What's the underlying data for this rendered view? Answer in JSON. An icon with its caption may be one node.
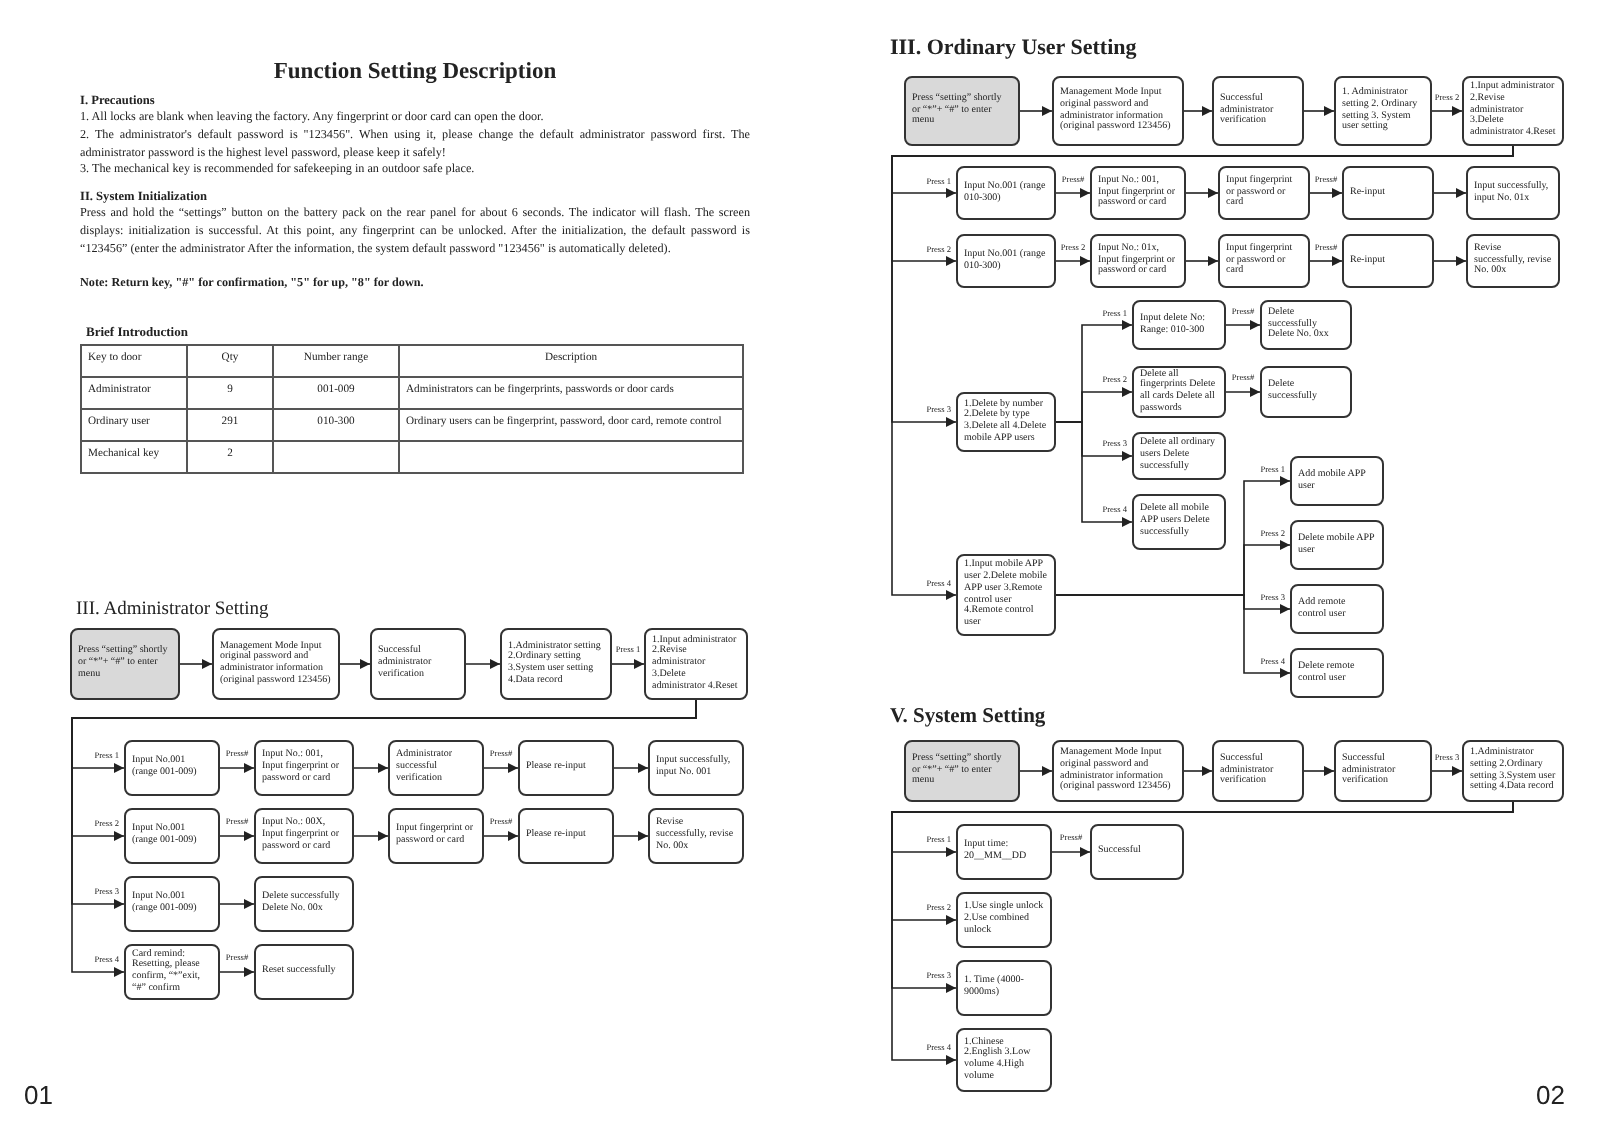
{
  "diagram": {
    "title": "Function Setting Description",
    "nodes": [
      {
        "text": [
          "Press “setting” shortly or “*”+ “#” to enter menu"
        ]
      },
      {
        "text": [
          "Management Mode Input original password and administrator information (original password 123456)"
        ]
      },
      {
        "text": [
          "Successful administrator verification"
        ]
      },
      {
        "text": [
          "1.Administrator setting 2.Ordinary setting 3.System user setting 4.Data record"
        ]
      },
      {
        "text": [
          "1.Input administrator 2.Revise administrator 3.Delete administrator 4.Reset"
        ]
      },
      {
        "text": [
          "Input No.001 (range 001-009)"
        ]
      },
      {
        "text": [
          "Input No.: 001, Input fingerprint or password or card"
        ]
      },
      {
        "text": [
          "Administrator successful verification"
        ]
      },
      {
        "text": [
          "Please re-input"
        ]
      },
      {
        "text": [
          "Input successfully, input No. 001"
        ]
      },
      {
        "text": [
          "Input No.001 (range 001-009)"
        ]
      },
      {
        "text": [
          "Input No.: 00X, Input fingerprint or password or card"
        ]
      },
      {
        "text": [
          "Input fingerprint or password or card"
        ]
      },
      {
        "text": [
          "Please re-input"
        ]
      },
      {
        "text": [
          "Revise successfully, revise No. 00x"
        ]
      },
      {
        "text": [
          "Input No.001 (range 001-009)"
        ]
      },
      {
        "text": [
          "Delete successfully Delete No. 00x"
        ]
      },
      {
        "text": [
          "Card remind: Resetting, please confirm, “*”exit, “#” confirm"
        ]
      },
      {
        "text": [
          "Reset successfully"
        ]
      },
      {
        "text": [
          "Press “setting” shortly or “*”+ “#” to enter menu"
        ]
      },
      {
        "text": [
          "Management Mode Input original password and administrator information (original password 123456)"
        ]
      },
      {
        "text": [
          "Successful administrator verification"
        ]
      },
      {
        "text": [
          "1. Administrator setting 2. Ordinary setting 3. System user setting"
        ]
      },
      {
        "text": [
          "1.Input administrator 2.Revise administrator 3.Delete administrator 4.Reset"
        ]
      },
      {
        "text": [
          "Input No.001 (range 010-300)"
        ]
      },
      {
        "text": [
          "Input No.: 001, Input fingerprint or password or card"
        ]
      },
      {
        "text": [
          "Input fingerprint or password or card"
        ]
      },
      {
        "text": [
          "Re-input"
        ]
      },
      {
        "text": [
          "Input successfully, input No. 01x"
        ]
      },
      {
        "text": [
          "Input No.001 (range 010-300)"
        ]
      },
      {
        "text": [
          "Input No.: 01x, Input fingerprint or password or card"
        ]
      },
      {
        "text": [
          "Input fingerprint or password or card"
        ]
      },
      {
        "text": [
          "Re-input"
        ]
      },
      {
        "text": [
          "Revise successfully, revise No. 00x"
        ]
      },
      {
        "text": [
          "1.Delete by number 2.Delete by type 3.Delete all 4.Delete mobile APP users"
        ]
      },
      {
        "text": [
          "Input delete No: Range: 010-300"
        ]
      },
      {
        "text": [
          "Delete successfully Delete No. 0xx"
        ]
      },
      {
        "text": [
          "Delete all fingerprints Delete all cards Delete all passwords"
        ]
      },
      {
        "text": [
          "Delete successfully"
        ]
      },
      {
        "text": [
          "Delete all ordinary users Delete successfully"
        ]
      },
      {
        "text": [
          "Delete all mobile APP users Delete successfully"
        ]
      },
      {
        "text": [
          "1.Input mobile APP user 2.Delete mobile APP user 3.Remote control user 4.Remote control user"
        ]
      },
      {
        "text": [
          "Add mobile APP user"
        ]
      },
      {
        "text": [
          "Delete mobile APP user"
        ]
      },
      {
        "text": [
          "Add remote control user"
        ]
      },
      {
        "text": [
          "Delete remote control user"
        ]
      },
      {
        "text": [
          "Press “setting” shortly or “*”+ “#” to enter menu"
        ]
      },
      {
        "text": [
          "Management Mode Input original password and administrator information (original password 123456)"
        ]
      },
      {
        "text": [
          "Successful administrator verification"
        ]
      },
      {
        "text": [
          "Successful administrator verification"
        ]
      },
      {
        "text": [
          "1.Administrator setting 2.Ordinary setting 3.System user setting 4.Data record"
        ]
      },
      {
        "text": [
          "Input time: 20__MM__DD"
        ]
      },
      {
        "text": [
          "Successful"
        ]
      },
      {
        "text": [
          "1.Use single unlock 2.Use combined unlock"
        ]
      },
      {
        "text": [
          "1. Time (4000-9000ms)"
        ]
      },
      {
        "text": [
          "1.Chinese 2.English 3.Low volume 4.High volume"
        ]
      }
    ],
    "edges": [
      {
        "from": 0,
        "to": 1,
        "arrow": "to"
      },
      {
        "from": 1,
        "to": 2,
        "arrow": "to"
      },
      {
        "from": 2,
        "to": 3,
        "arrow": "to"
      },
      {
        "from": 3,
        "to": 4,
        "arrow": "to",
        "label": "Press 1"
      },
      {
        "from": 4,
        "to": 5,
        "arrow": "to",
        "label": "Press 1"
      },
      {
        "from": 5,
        "to": 6,
        "arrow": "to",
        "label": "Press#"
      },
      {
        "from": 6,
        "to": 7,
        "arrow": "to"
      },
      {
        "from": 7,
        "to": 8,
        "arrow": "to",
        "label": "Press#"
      },
      {
        "from": 8,
        "to": 9,
        "arrow": "to"
      },
      {
        "from": 4,
        "to": 10,
        "arrow": "to",
        "label": "Press 2"
      },
      {
        "from": 10,
        "to": 11,
        "arrow": "to",
        "label": "Press#"
      },
      {
        "from": 11,
        "to": 12,
        "arrow": "to"
      },
      {
        "from": 12,
        "to": 13,
        "arrow": "to",
        "label": "Press#"
      },
      {
        "from": 13,
        "to": 14,
        "arrow": "to"
      },
      {
        "from": 4,
        "to": 15,
        "arrow": "to",
        "label": "Press 3"
      },
      {
        "from": 15,
        "to": 16,
        "arrow": "to"
      },
      {
        "from": 4,
        "to": 17,
        "arrow": "to",
        "label": "Press 4"
      },
      {
        "from": 17,
        "to": 18,
        "arrow": "to",
        "label": "Press#"
      },
      {
        "from": 19,
        "to": 20,
        "arrow": "to"
      },
      {
        "from": 20,
        "to": 21,
        "arrow": "to"
      },
      {
        "from": 21,
        "to": 22,
        "arrow": "to"
      },
      {
        "from": 22,
        "to": 23,
        "arrow": "to",
        "label": "Press 2"
      },
      {
        "from": 23,
        "to": 24,
        "arrow": "to",
        "label": "Press 1"
      },
      {
        "from": 24,
        "to": 25,
        "arrow": "to",
        "label": "Press#"
      },
      {
        "from": 25,
        "to": 26,
        "arrow": "to"
      },
      {
        "from": 26,
        "to": 27,
        "arrow": "to",
        "label": "Press#"
      },
      {
        "from": 27,
        "to": 28,
        "arrow": "to"
      },
      {
        "from": 23,
        "to": 29,
        "arrow": "to",
        "label": "Press 2"
      },
      {
        "from": 29,
        "to": 30,
        "arrow": "to",
        "label": "Press 2"
      },
      {
        "from": 30,
        "to": 31,
        "arrow": "to"
      },
      {
        "from": 31,
        "to": 32,
        "arrow": "to",
        "label": "Press#"
      },
      {
        "from": 32,
        "to": 33,
        "arrow": "to"
      },
      {
        "from": 23,
        "to": 34,
        "arrow": "to",
        "label": "Press 3"
      },
      {
        "from": 34,
        "to": 35,
        "arrow": "to",
        "label": "Press 1"
      },
      {
        "from": 35,
        "to": 36,
        "arrow": "to",
        "label": "Press#"
      },
      {
        "from": 34,
        "to": 37,
        "arrow": "to",
        "label": "Press 2"
      },
      {
        "from": 37,
        "to": 38,
        "arrow": "to",
        "label": "Press#"
      },
      {
        "from": 34,
        "to": 39,
        "arrow": "to",
        "label": "Press 3"
      },
      {
        "from": 34,
        "to": 40,
        "arrow": "to",
        "label": "Press 4"
      },
      {
        "from": 23,
        "to": 41,
        "arrow": "to",
        "label": "Press 4"
      },
      {
        "from": 41,
        "to": 42,
        "arrow": "to",
        "label": "Press 1"
      },
      {
        "from": 41,
        "to": 43,
        "arrow": "to",
        "label": "Press 2"
      },
      {
        "from": 41,
        "to": 44,
        "arrow": "to",
        "label": "Press 3"
      },
      {
        "from": 41,
        "to": 45,
        "arrow": "to",
        "label": "Press 4"
      },
      {
        "from": 46,
        "to": 47,
        "arrow": "to"
      },
      {
        "from": 47,
        "to": 48,
        "arrow": "to"
      },
      {
        "from": 48,
        "to": 49,
        "arrow": "to"
      },
      {
        "from": 49,
        "to": 50,
        "arrow": "to",
        "label": "Press 3"
      },
      {
        "from": 50,
        "to": 51,
        "arrow": "to",
        "label": "Press 1"
      },
      {
        "from": 51,
        "to": 52,
        "arrow": "to",
        "label": "Press#"
      },
      {
        "from": 50,
        "to": 53,
        "arrow": "to",
        "label": "Press 2"
      },
      {
        "from": 50,
        "to": 54,
        "arrow": "to",
        "label": "Press 3"
      },
      {
        "from": 50,
        "to": 55,
        "arrow": "to",
        "label": "Press 4"
      }
    ],
    "labels": [
      "I. Precautions",
      "1. All locks are blank when leaving the factory. Any fingerprint or door card can open the door.",
      "2. The administrator's default password is \"123456\". When using it, please change the default administrator password first. The administrator password is the highest level password, please keep it safely!",
      "3. The mechanical key is recommended for safekeeping in an outdoor safe place.",
      "II. System Initialization",
      "Press and hold the “settings” button on the battery pack on the rear panel for about 6 seconds. The indicator will flash. The screen displays: initialization is successful. At this point, any fingerprint can be unlocked. After the initialization, the default password is “123456” (enter the administrator After the information, the system default password \"123456\" is automatically deleted).",
      "Note: Return key, \"#\" for confirmation, \"5\" for up, \"8\" for down.",
      "Brief Introduction",
      "Key to door",
      "Qty",
      "Number range",
      "Description",
      "Administrator",
      "9",
      "001-009",
      "Administrators can be fingerprints, passwords or door cards",
      "Ordinary user",
      "291",
      "010-300",
      "Ordinary users can be fingerprint, password, door card, remote control",
      "Mechanical key",
      "2",
      "III. Administrator Setting",
      "III. Ordinary User Setting",
      "V. System Setting",
      "01",
      "02"
    ]
  }
}
